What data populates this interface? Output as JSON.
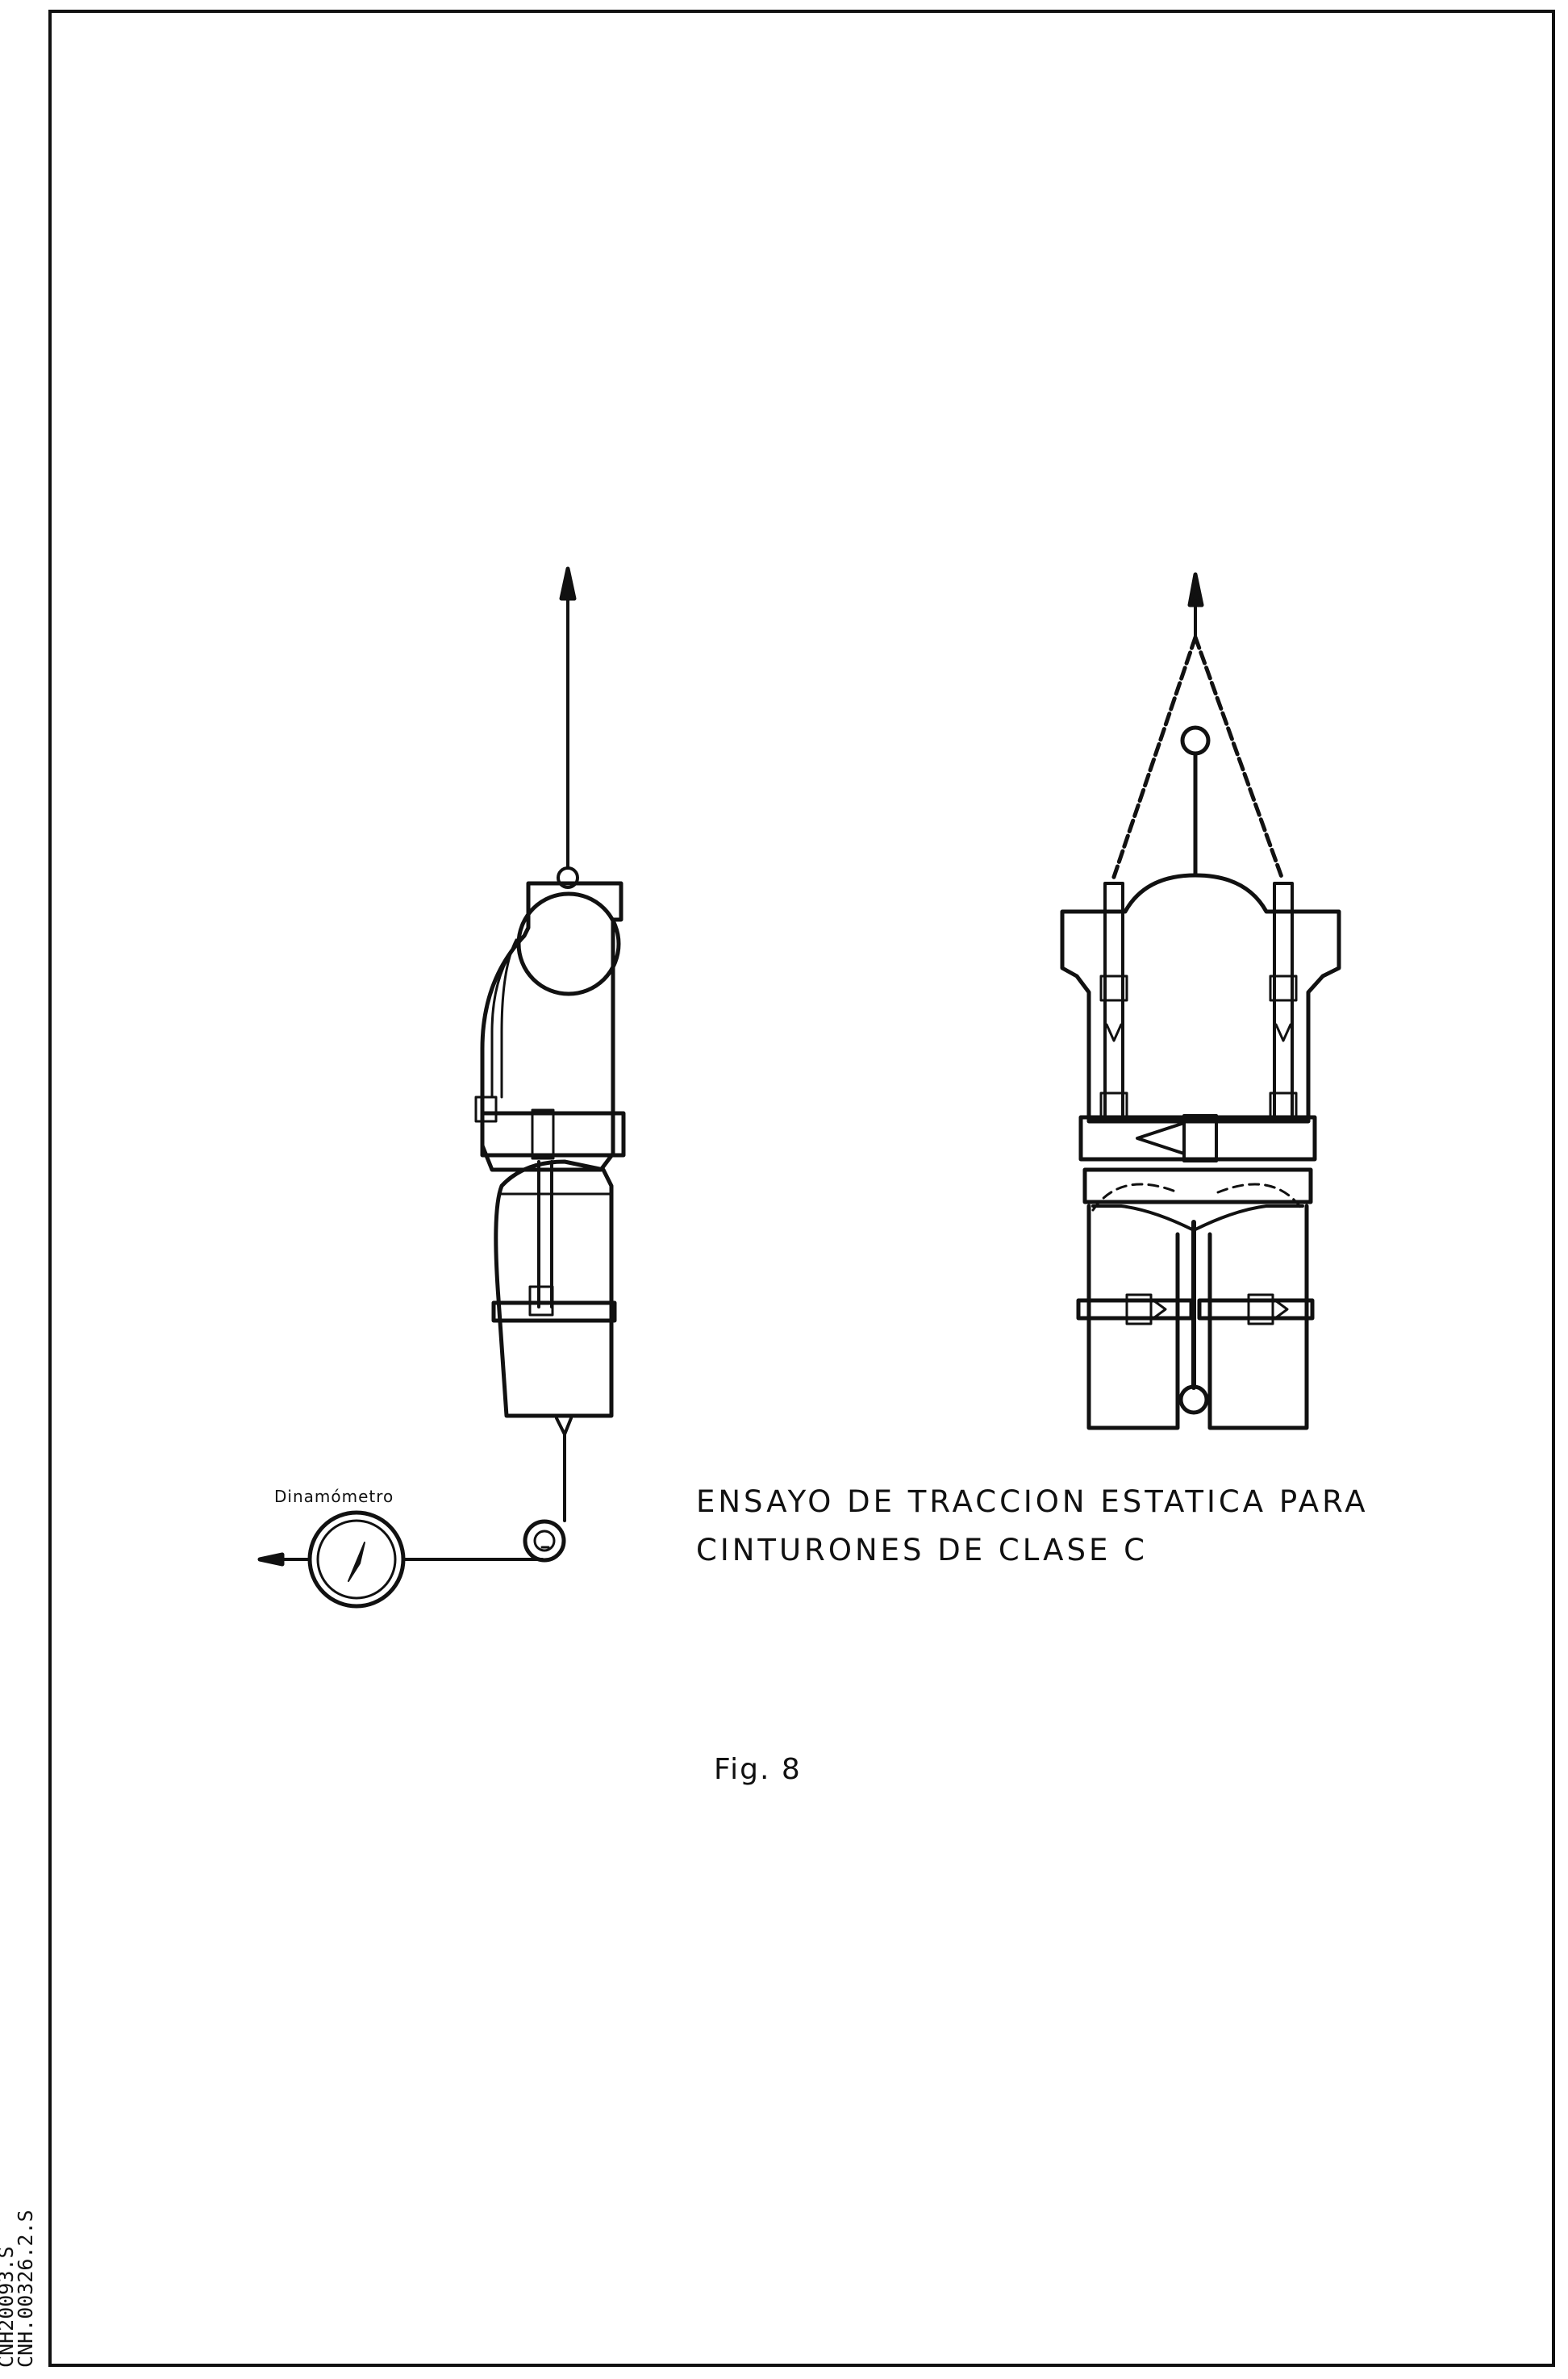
{
  "figure": {
    "dynamometer_label": "Dinamómetro",
    "caption_line1": "ENSAYO DE TRACCION ESTATICA PARA",
    "caption_line2": "CINTURONES DE CLASE C",
    "figure_number": "Fig. 8"
  },
  "margin_codes": {
    "code1": "CNH20093.S",
    "code2": "CNH.00326.2.S"
  }
}
